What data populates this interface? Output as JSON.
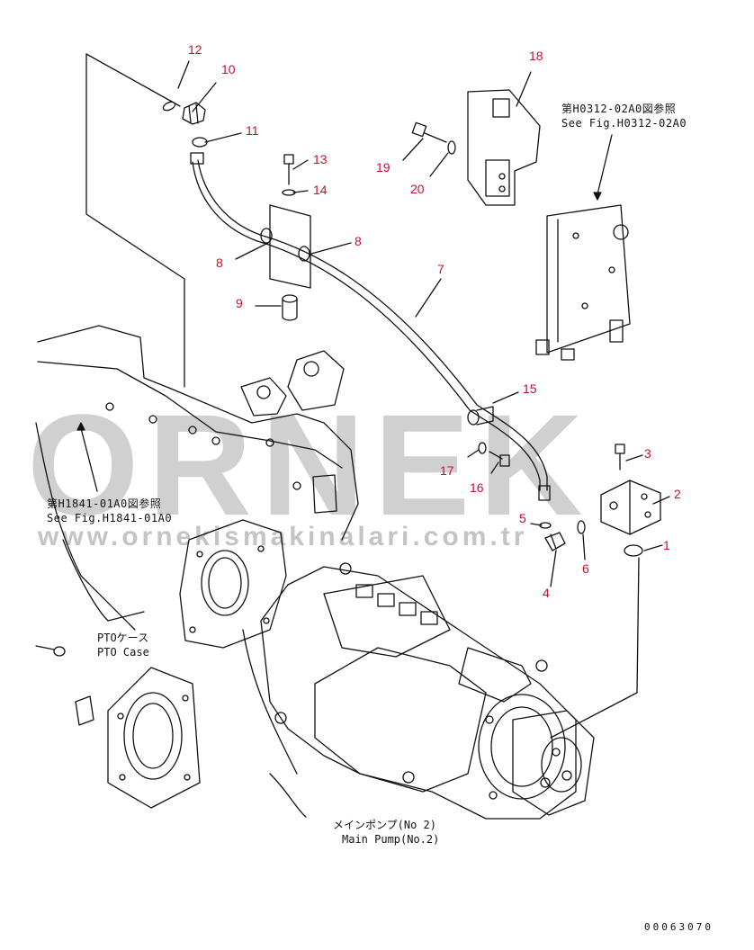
{
  "watermark": {
    "brand": "ORNEK",
    "site": "www.ornekismakinalari.com.tr"
  },
  "callouts": [
    "12",
    "10",
    "11",
    "13",
    "14",
    "18",
    "19",
    "20",
    "8",
    "8",
    "9",
    "7",
    "15",
    "17",
    "16",
    "5",
    "3",
    "2",
    "6",
    "1",
    "4"
  ],
  "refs": {
    "top_right_jp": "第H0312-02A0図参照",
    "top_right_en": "See Fig.H0312-02A0",
    "left_jp": "第H1841-01A0図参照",
    "left_en": "See Fig.H1841-01A0"
  },
  "labels": {
    "pto_jp": "PTOケース",
    "pto_en": "PTO Case",
    "pump_jp": "メインポンプ(No 2)",
    "pump_en": "Main Pump(No.2)"
  },
  "doc_number": "00063070",
  "colors": {
    "callout": "#c8102e",
    "line": "#111111",
    "watermark": "#d0d0d0"
  }
}
